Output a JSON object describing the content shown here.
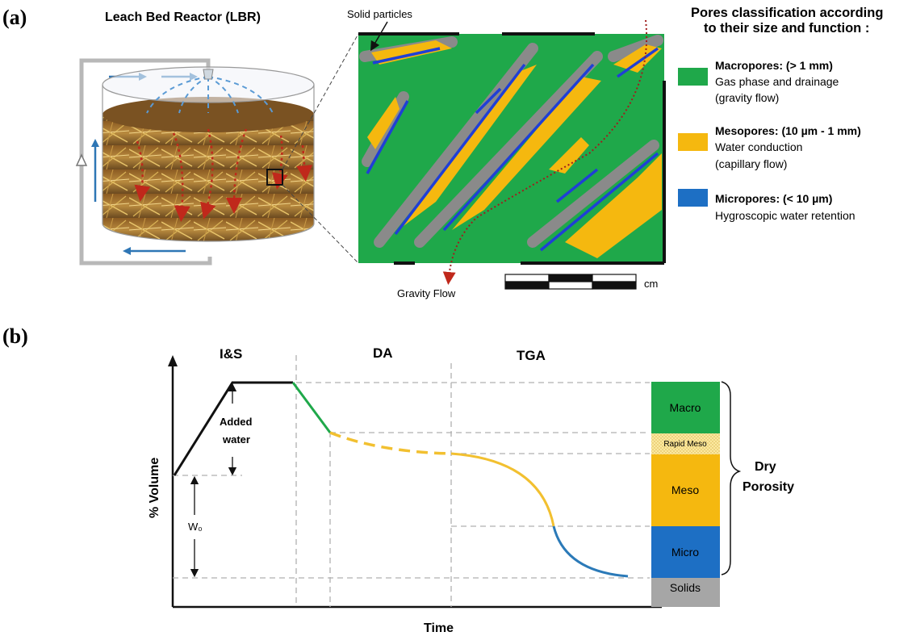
{
  "panel_a": {
    "letter": "(a)",
    "reactor_title": "Leach Bed Reactor (LBR)",
    "solid_particles_label": "Solid particles",
    "gravity_flow_label": "Gravity Flow",
    "scale_unit": "cm",
    "legend": {
      "heading_line1": "Pores classification according",
      "heading_line2": "to their size and function :",
      "items": [
        {
          "title": "Macropores: (> 1 mm)",
          "line1": "Gas phase and drainage",
          "line2": "(gravity flow)",
          "color": "#1fa84a"
        },
        {
          "title": "Mesopores: (10 µm - 1 mm)",
          "line1": "Water conduction",
          "line2": "(capillary flow)",
          "color": "#f5b80f"
        },
        {
          "title": "Micropores: (< 10 µm)",
          "line1": "Hygroscopic  water retention",
          "line2": "",
          "color": "#1d6fc4"
        }
      ]
    }
  },
  "panel_b": {
    "letter": "(b)",
    "phases": [
      "I&S",
      "DA",
      "TGA"
    ],
    "ylabel": "% Volume",
    "xlabel": "Time",
    "added_water": [
      "Added",
      "water"
    ],
    "w0_label": "W₀",
    "dry_porosity": [
      "Dry",
      "Porosity"
    ],
    "bar_segments": [
      {
        "label": "Macro",
        "color": "#1fa84a"
      },
      {
        "label": "Rapid Meso",
        "color": "#fbe9a0"
      },
      {
        "label": "Meso",
        "color": "#f5b80f"
      },
      {
        "label": "Micro",
        "color": "#1d6fc4"
      },
      {
        "label": "Solids",
        "color": "#a6a6a6"
      }
    ],
    "line_colors": {
      "macro": "#1fa84a",
      "meso": "#f2c030",
      "micro": "#2b7ab8"
    }
  }
}
